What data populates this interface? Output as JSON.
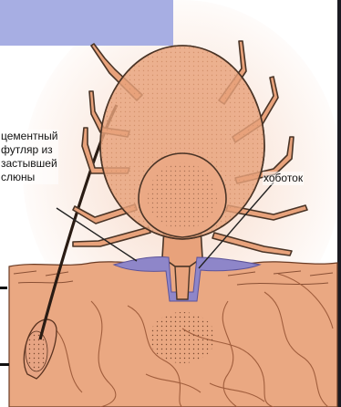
{
  "labels": {
    "cement_case": [
      "цементный",
      "футляр из",
      "застывшей",
      "слюны"
    ],
    "hypostome": "хоботок"
  },
  "colors": {
    "header_bar": "#a7aee3",
    "skin": "#eaa882",
    "tick_body": "#e8a27b",
    "saliva_cement": "#8e86c9",
    "outline": "#4a3426",
    "hair": "#2a1c14"
  },
  "icons": {
    "tick": "tick-icon",
    "hair": "hair-icon"
  }
}
